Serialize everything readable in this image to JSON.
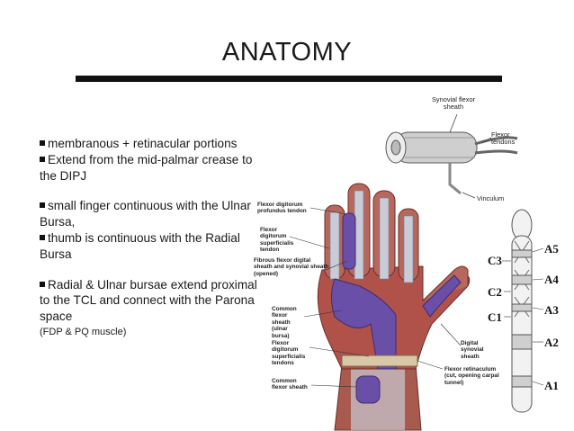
{
  "slide": {
    "title": "ANATOMY",
    "bullets": [
      "membranous + retinacular portions",
      "Extend from the mid-palmar crease to the DIPJ",
      "small finger continuous with the Ulnar Bursa,",
      "thumb is continuous with the Radial Bursa",
      "Radial & Ulnar bursae extend proximal to the TCL and connect with the Parona space"
    ],
    "note": "(FDP & PQ muscle)"
  },
  "sheath_figure": {
    "labels": [
      "Synovial flexor sheath",
      "Flexor tendons",
      "Vinculum"
    ]
  },
  "hand_figure": {
    "labels": [
      "Flexor digitorum profundus tendon",
      "Flexor digitorum superficialis tendon",
      "Fibrous flexor digital sheath and synovial sheath (opened)",
      "Common flexor sheath (ulnar bursa)",
      "Flexor digitorum superficialis tendons",
      "Common flexor sheath",
      "Digital synovial sheath",
      "Flexor retinaculum (cut, opening carpal tunnel)"
    ]
  },
  "pulley_figure": {
    "labels": [
      "C3",
      "C2",
      "C1",
      "A5",
      "A4",
      "A3",
      "A2",
      "A1"
    ]
  },
  "colors": {
    "sheath_purple": "#6a4fa8",
    "muscle": "#b0524a",
    "tendon": "#c9cbd6"
  }
}
